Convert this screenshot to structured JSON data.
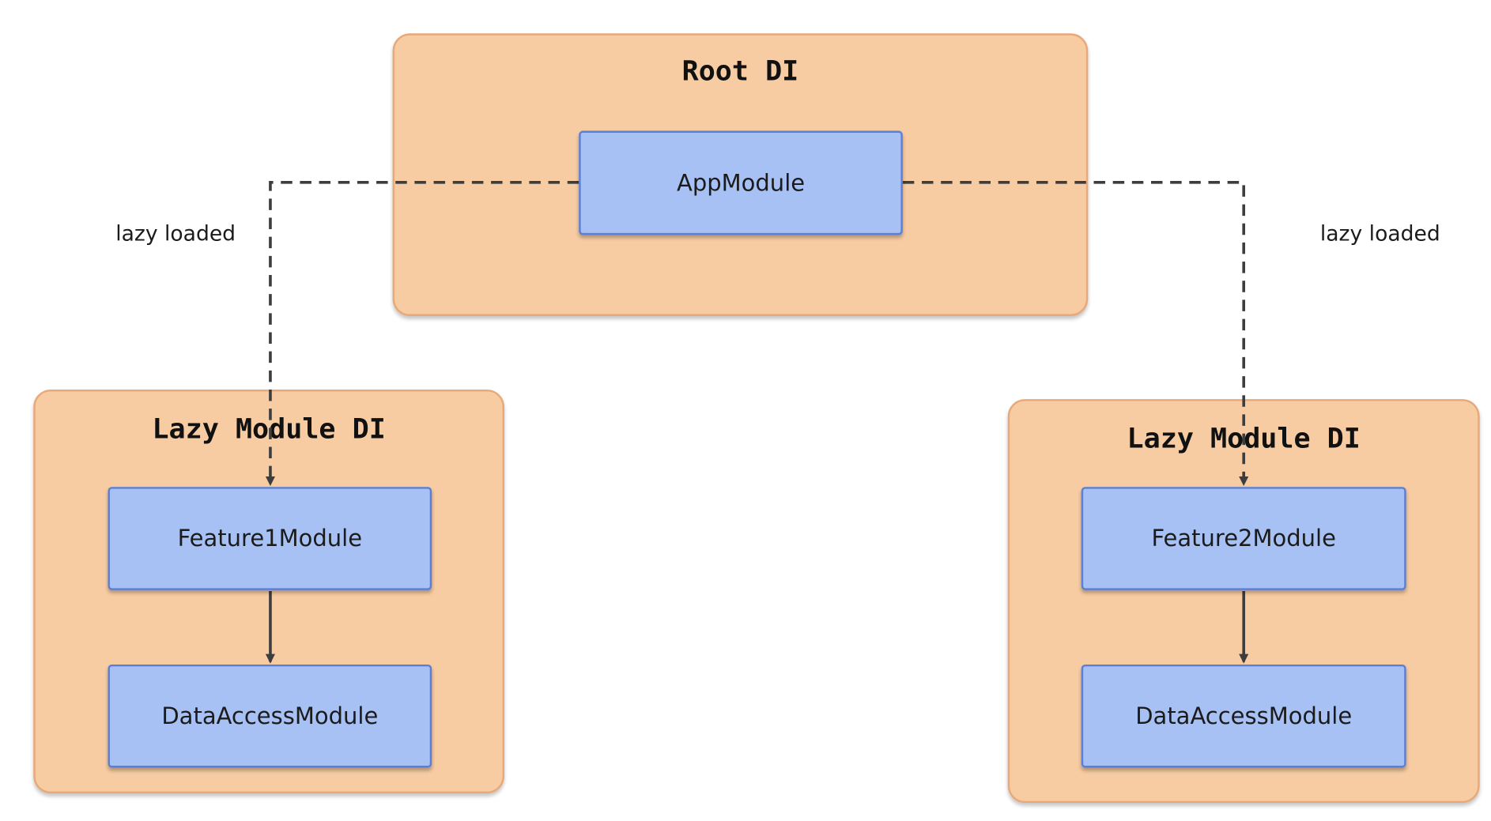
{
  "root": {
    "title": "Root DI",
    "module": "AppModule"
  },
  "lazy_left": {
    "title": "Lazy Module DI",
    "feature_module": "Feature1Module",
    "data_module": "DataAccessModule"
  },
  "lazy_right": {
    "title": "Lazy Module DI",
    "feature_module": "Feature2Module",
    "data_module": "DataAccessModule"
  },
  "edge_labels": {
    "left": "lazy loaded",
    "right": "lazy loaded"
  },
  "colors": {
    "container_fill": "#f7cca3",
    "container_border": "#e8a877",
    "module_fill": "#a8c1f4",
    "module_border": "#5b7fd6",
    "arrow": "#3d3d3d"
  }
}
